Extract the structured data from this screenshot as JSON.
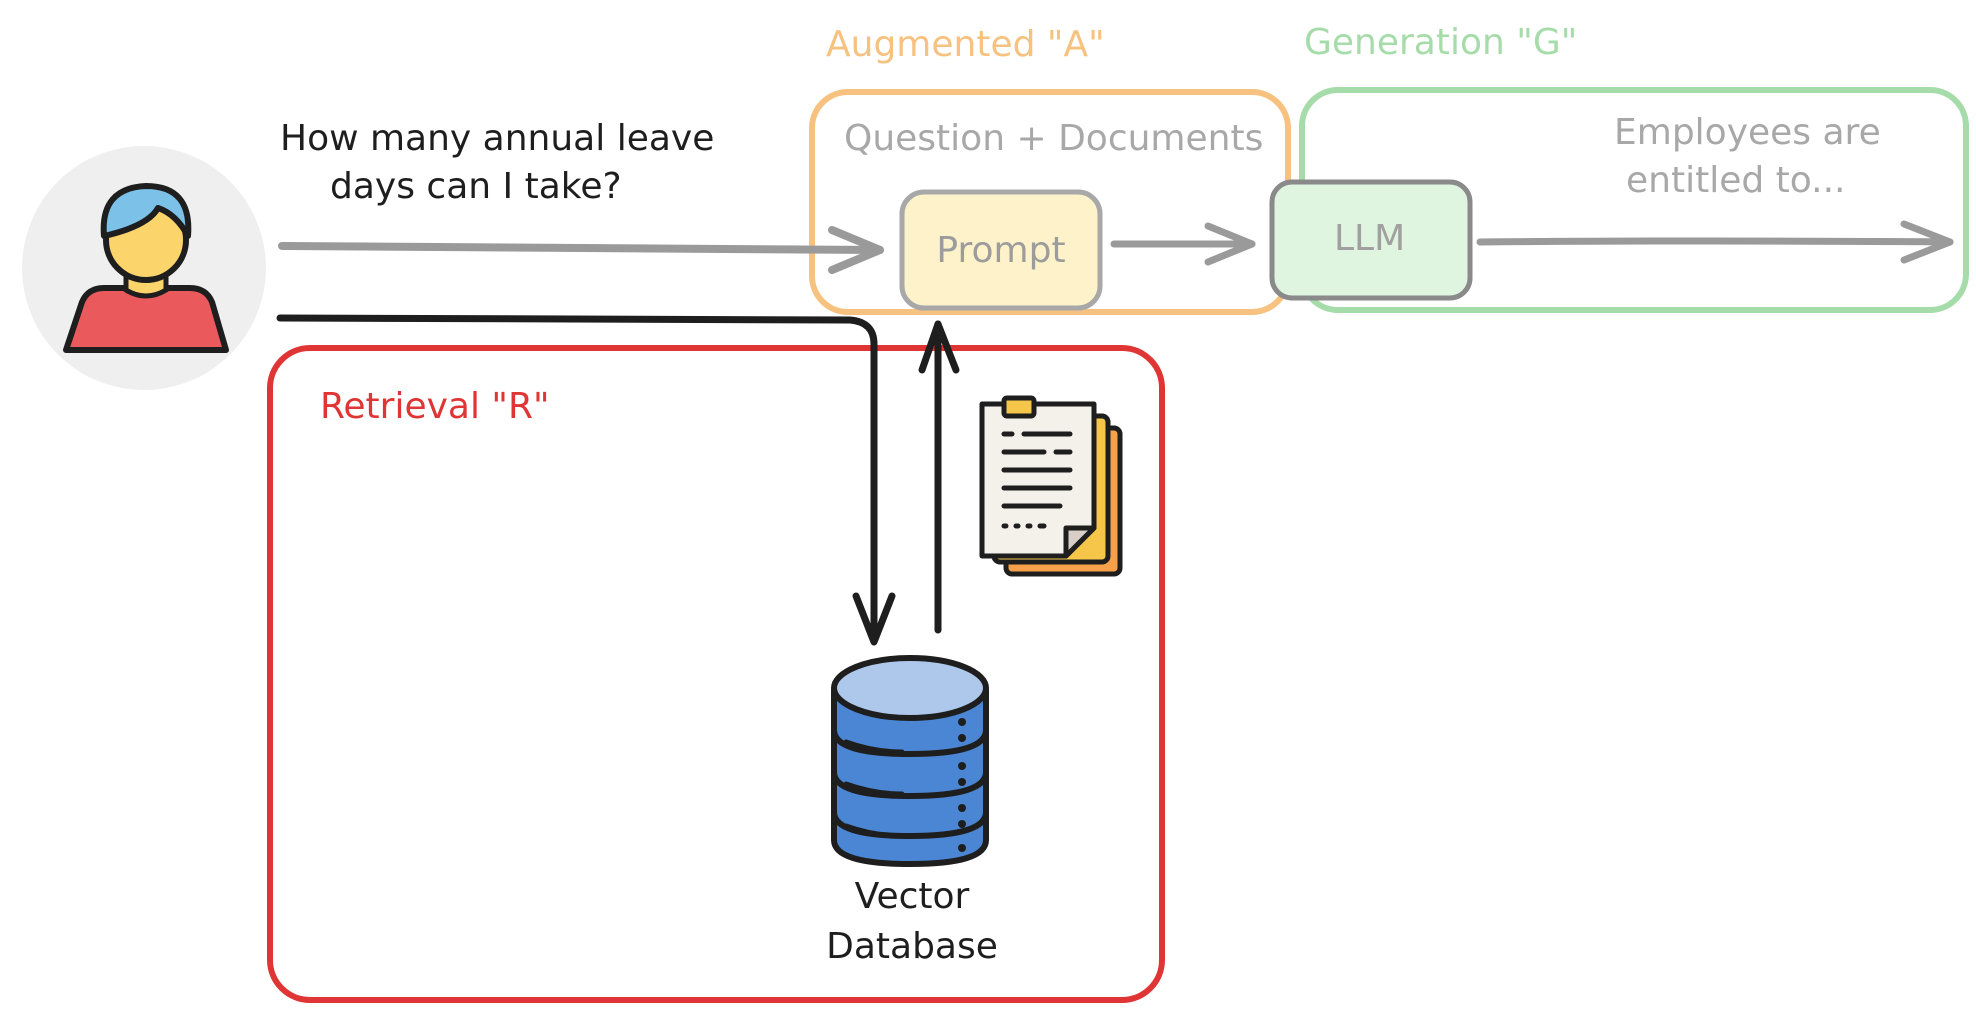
{
  "labels": {
    "augmented": "Augmented \"A\"",
    "generation": "Generation \"G\"",
    "retrieval": "Retrieval \"R\"",
    "question_line1": "How many annual leave",
    "question_line2": "days can I take?",
    "question_docs": "Question + Documents",
    "prompt": "Prompt",
    "llm": "LLM",
    "answer_line1": "Employees are",
    "answer_line2": "entitled to...",
    "vector_db_line1": "Vector",
    "vector_db_line2": "Database"
  },
  "colors": {
    "augmented": "#f7c27f",
    "generation": "#a6dca9",
    "retrieval": "#e03535",
    "flow_arrow": "#9a9a9a",
    "query_arrow": "#1e1e1e",
    "prompt_fill": "#fdf2c9",
    "llm_fill": "#dff5df",
    "user_shirt": "#ea5a5d",
    "user_hair": "#7cc1e8",
    "user_face": "#fcd46c",
    "database": "#4a86d4",
    "document_stack": "#f6b33d"
  },
  "icons": {
    "user": "user-avatar-icon",
    "documents": "documents-icon",
    "database": "database-icon"
  }
}
